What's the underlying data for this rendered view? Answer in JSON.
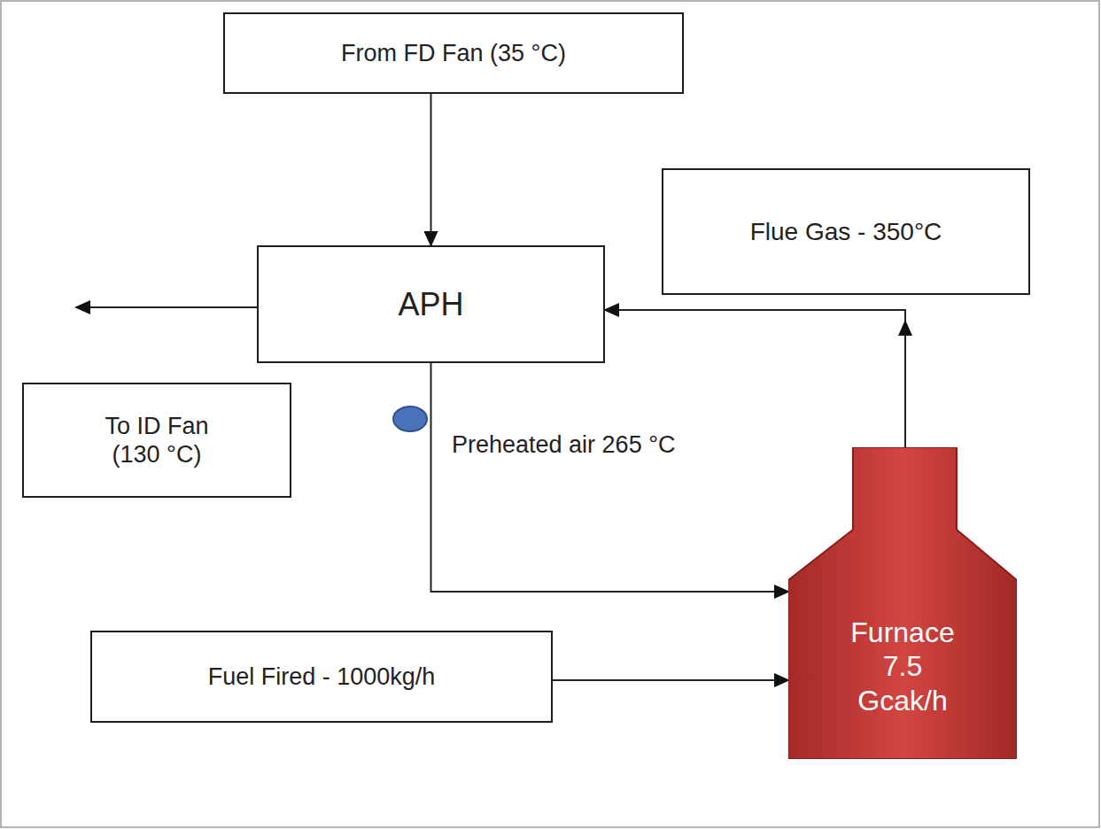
{
  "diagram": {
    "nodes": [
      {
        "text": [
          "From FD Fan (35 °C)"
        ]
      },
      {
        "text": [
          "APH"
        ]
      },
      {
        "text": [
          "Flue Gas - 350°C"
        ]
      },
      {
        "text": [
          "To ID Fan (130 °C)"
        ]
      },
      {
        "text": [
          "Fuel Fired - 1000kg/h"
        ]
      },
      {
        "text": [
          "Furnace 7.5 Gcak/h"
        ]
      }
    ],
    "edges": [
      {
        "from": 0,
        "to": 1,
        "arrow": "to"
      },
      {
        "from": 5,
        "to": 1,
        "arrow": "to"
      },
      {
        "from": 1,
        "to": 5,
        "arrow": "to"
      },
      {
        "from": 4,
        "to": 5,
        "arrow": "to"
      }
    ],
    "labels": [
      "Preheated air 265 °C"
    ]
  }
}
